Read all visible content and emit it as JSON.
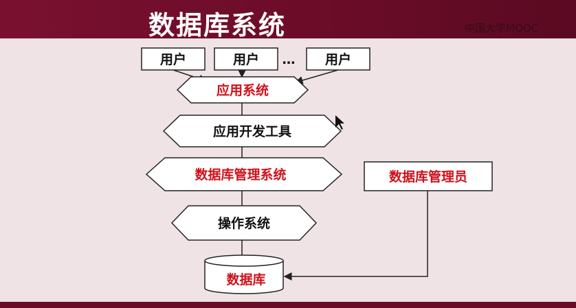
{
  "slide": {
    "title": "数据库系统",
    "watermark": "中国大学MOOC"
  },
  "diagram": {
    "users": [
      "用户",
      "用户",
      "用户"
    ],
    "ellipsis": "…",
    "layers": [
      "应用系统",
      "应用开发工具",
      "数据库管理系统",
      "操作系统"
    ],
    "database": "数据库",
    "dba": "数据库管理员"
  },
  "colors": {
    "accent_text": "#d0101a",
    "header": "#6a0c28"
  }
}
